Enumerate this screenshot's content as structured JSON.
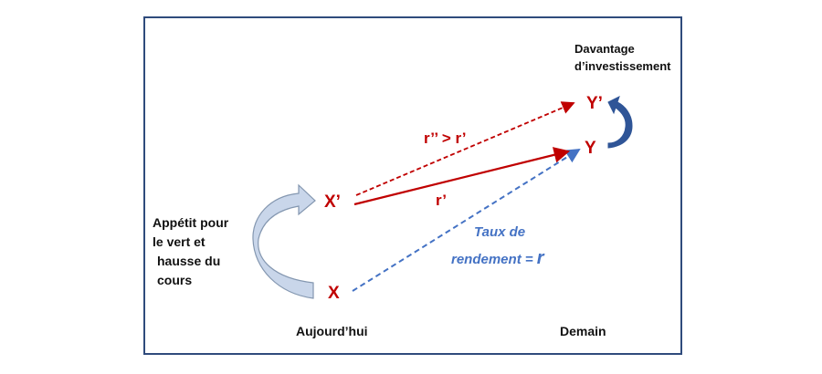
{
  "labels": {
    "x": "X",
    "x_prime": "X’",
    "y": "Y",
    "y_prime": "Y’",
    "r_double_prime": "r’’ > r’",
    "r_prime": "r’",
    "taux_line1": "Taux de",
    "taux_line2": "rendement = ",
    "taux_r": "r",
    "left_note": [
      "Appétit pour",
      "le vert et",
      "hausse du",
      "cours"
    ],
    "today": "Aujourd’hui",
    "tomorrow": "Demain",
    "top_note": [
      "Davantage",
      "d’investissement"
    ]
  },
  "colors": {
    "red": "#c00000",
    "blue": "#4472c4",
    "frame": "#2f4b7c",
    "light_arrow": "#c9d6ea"
  }
}
